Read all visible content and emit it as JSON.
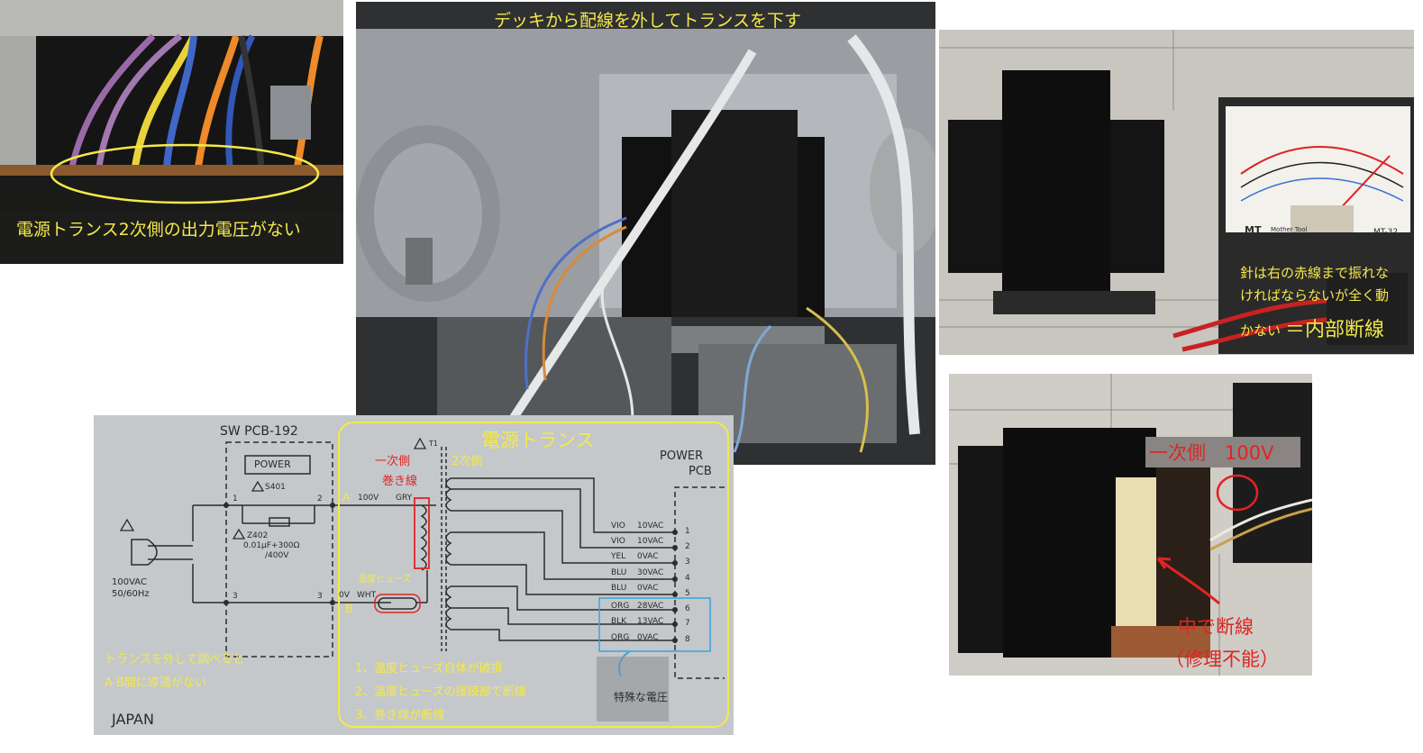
{
  "photo_left": {
    "caption": "電源トランス2次側の出力電圧がない"
  },
  "photo_center": {
    "caption": "デッキから配線を外してトランスを下す"
  },
  "photo_meter": {
    "meter_brand": "MT",
    "meter_brand_sub": "Mother Tool",
    "meter_model": "MT-32",
    "caption_line1": "針は右の赤線まで振れな",
    "caption_line2": "ければならないが全く動",
    "caption_line3": "かない",
    "caption_result": "＝内部断線"
  },
  "photo_transformer": {
    "label_primary": "一次側　100V",
    "label_break": "中で断線",
    "label_unrepairable": "（修理不能）"
  },
  "schematic": {
    "sw_pcb": "SW PCB-192",
    "power_label": "POWER",
    "switch_ref": "S401",
    "cap_ref": "Z402",
    "cap_value1": "0.01μF+300Ω",
    "cap_value2": "/400V",
    "terminal_1": "1",
    "terminal_2": "2",
    "terminal_3a": "3",
    "terminal_3b": "3",
    "mains1": "100VAC",
    "mains2": "50/60Hz",
    "point_a": "A",
    "point_b": "B",
    "wire_a": "100V",
    "wire_a_color": "GRY",
    "wire_b": "0V",
    "wire_b_color": "WHT",
    "t1": "T1",
    "box_title": "電源トランス",
    "primary_label": "一次側",
    "winding_label": "巻き線",
    "secondary_label": "2次側",
    "fuse_label": "温度ヒューズ",
    "power_pcb1": "POWER",
    "power_pcb2": "PCB",
    "outputs": [
      {
        "code": "VIO",
        "value": "10VAC",
        "pin": "1"
      },
      {
        "code": "VIO",
        "value": "10VAC",
        "pin": "2"
      },
      {
        "code": "YEL",
        "value": "0VAC",
        "pin": "3"
      },
      {
        "code": "BLU",
        "value": "30VAC",
        "pin": "4"
      },
      {
        "code": "BLU",
        "value": "0VAC",
        "pin": "5"
      },
      {
        "code": "ORG",
        "value": "28VAC",
        "pin": "6"
      },
      {
        "code": "BLK",
        "value": "13VAC",
        "pin": "7"
      },
      {
        "code": "ORG",
        "value": "0VAC",
        "pin": "8"
      }
    ],
    "note_line1": "トランスを外して調べると",
    "note_line2": "A-B間に導通がない",
    "causes": [
      "1、温度ヒューズ自体が破損",
      "2、温度ヒューズの接続部で断線",
      "3、巻き線が断線"
    ],
    "special_voltage": "特殊な電圧",
    "japan": "JAPAN"
  },
  "colors": {
    "caption_yellow": "#f4e94a",
    "highlight_red": "#e02424",
    "highlight_blue": "#3aa3e0",
    "schematic_bg": "#c4c8cb"
  }
}
